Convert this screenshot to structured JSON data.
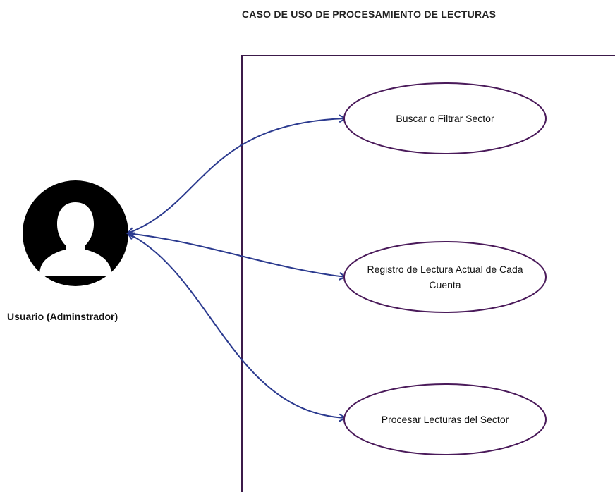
{
  "diagram": {
    "title": "CASO DE USO DE PROCESAMIENTO DE LECTURAS",
    "actor": {
      "label": "Usuario (Adminstrador)",
      "icon": "user-avatar-icon"
    },
    "use_cases": [
      {
        "label": "Buscar o Filtrar Sector"
      },
      {
        "label": "Registro de Lectura Actual de Cada Cuenta"
      },
      {
        "label": "Procesar Lecturas del Sector"
      }
    ],
    "colors": {
      "boundary": "#3c1a4a",
      "ellipse_stroke": "#4a1a5a",
      "connector": "#2b3a8f",
      "actor_fill": "#000000"
    }
  }
}
